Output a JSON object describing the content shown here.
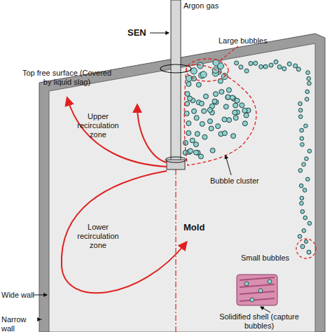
{
  "diagram": {
    "labels": [
      "Argon gas",
      "SEN",
      "Large bubbles",
      "Top free surface (Covered by liquid slag)",
      "Upper recirculation zone",
      "Bubble cluster",
      "Mold",
      "Lower recirculation zone",
      "Small bubbles",
      "Wide wall",
      "Narrow wall",
      "Solidified shell (capture bubbles)"
    ]
  }
}
